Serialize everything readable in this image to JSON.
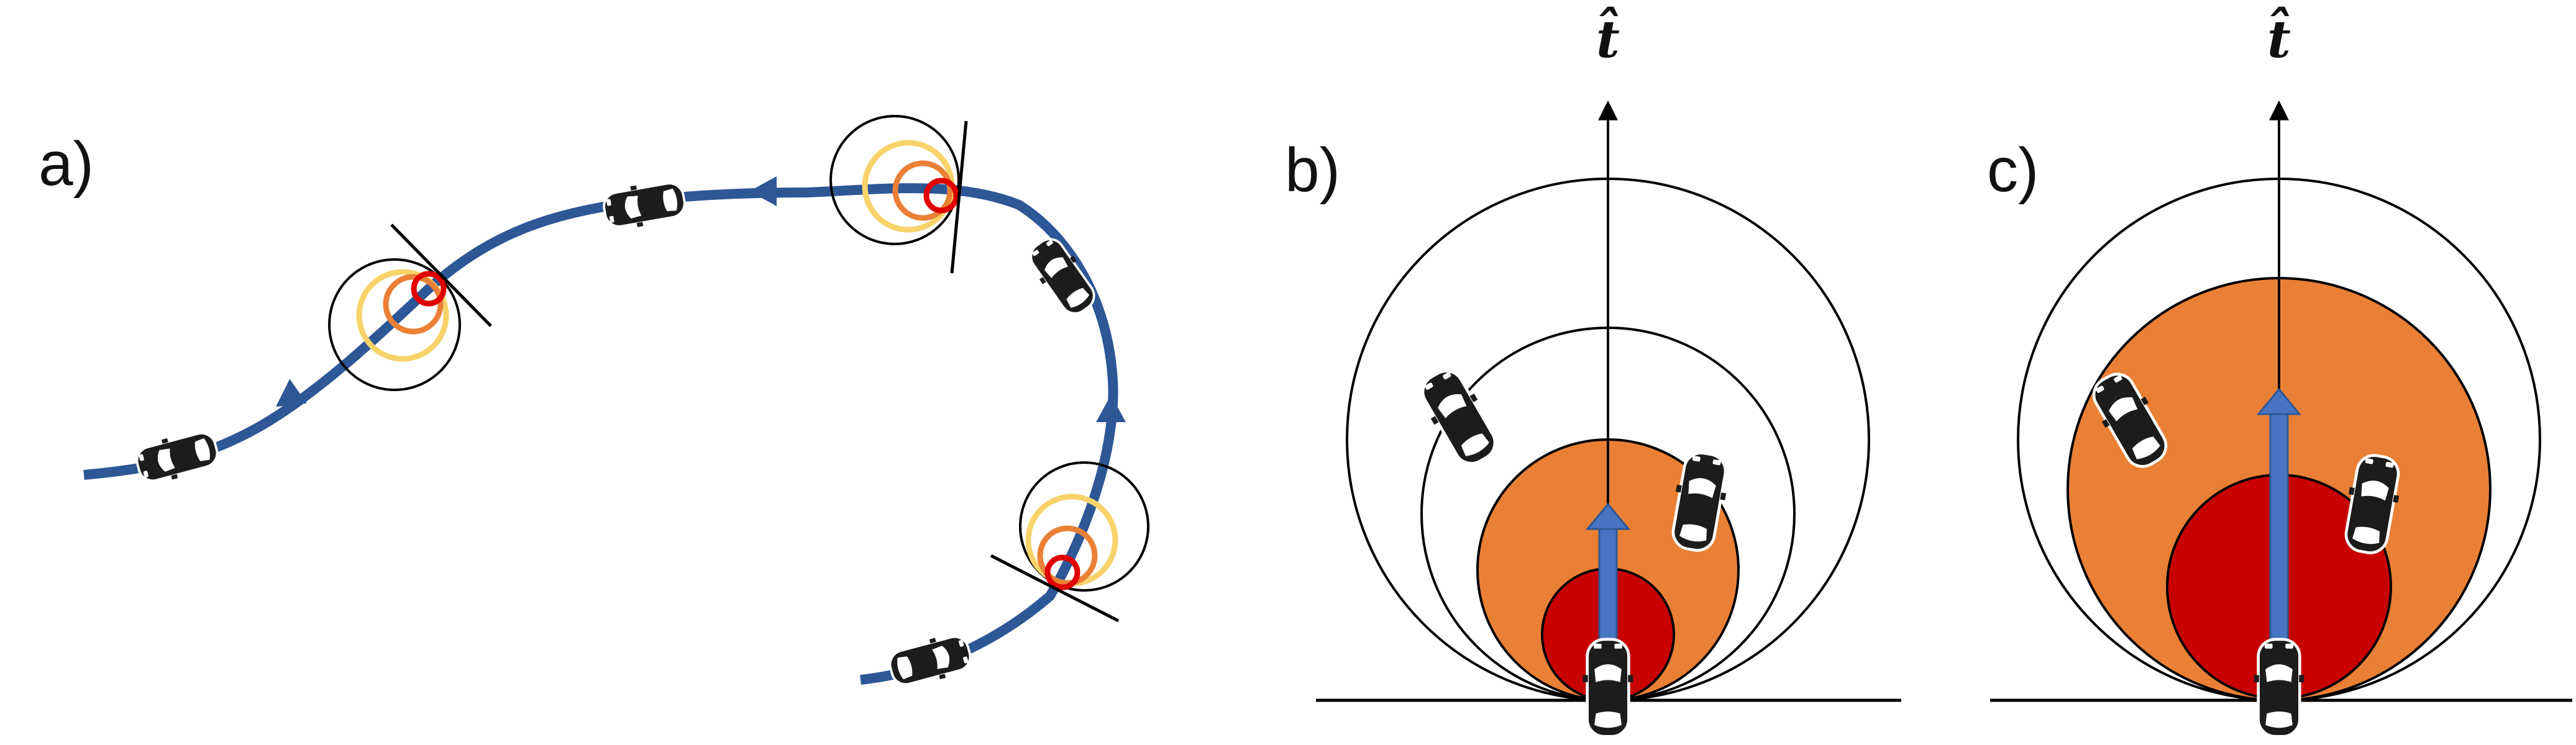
{
  "panels": {
    "a": {
      "label": "a)"
    },
    "b": {
      "label": "b)",
      "axis_label": "t̂"
    },
    "c": {
      "label": "c)",
      "axis_label": "t̂"
    }
  },
  "colors": {
    "trajectory": "#2e5796",
    "inner_region": "#c80000",
    "middle_region": "#ea8035",
    "outer_region": "#f7d36a",
    "heading_arrow": "#4a74c2",
    "car_body": "#1c1c1c",
    "car_trim": "#ffffff",
    "outline": "#000000",
    "background": "#ffffff"
  },
  "icons": {
    "car": "car-icon",
    "direction": "direction-arrow-icon"
  }
}
